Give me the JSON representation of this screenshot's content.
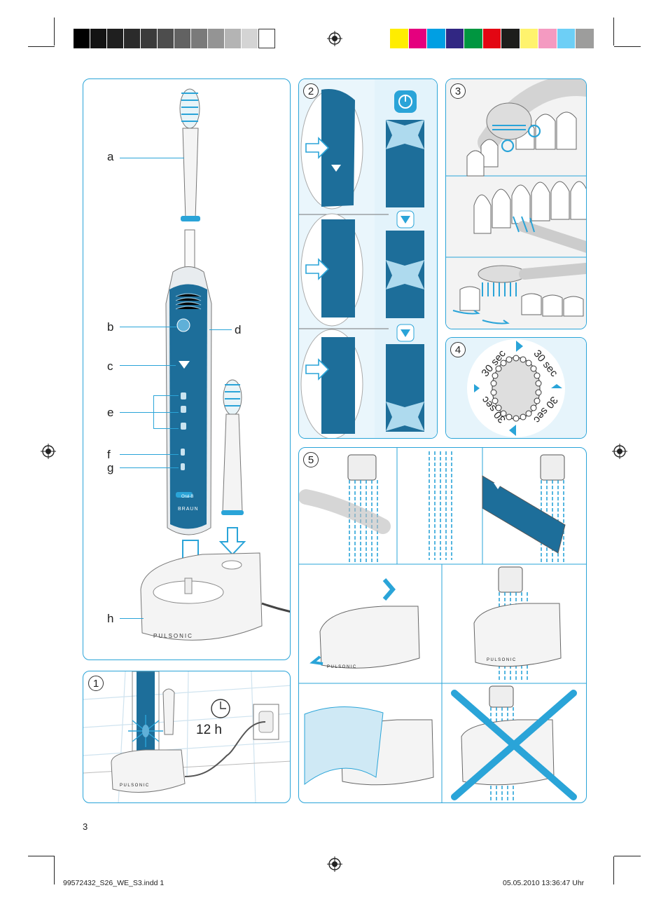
{
  "page_number": "3",
  "footer": {
    "file": "99572432_S26_WE_S3.indd   1",
    "date": "05.05.2010   13:36:47 Uhr"
  },
  "labels": {
    "a": "a",
    "b": "b",
    "c": "c",
    "d": "d",
    "e": "e",
    "f": "f",
    "g": "g",
    "h": "h"
  },
  "panel_numbers": {
    "p1": "1",
    "p2": "2",
    "p3": "3",
    "p4": "4",
    "p5": "5"
  },
  "charge_time": "12 h",
  "quadrant_time": "30 sec",
  "base_brand": "PULSONIC",
  "handle_brand": "BRAUN",
  "handle_logo": "Oral-B",
  "colors": {
    "accent": "#2aa4d8",
    "handle_blue": "#1d6e9a",
    "gray_bar": [
      "#000000",
      "#131313",
      "#1f1f1f",
      "#2b2b2b",
      "#3b3b3b",
      "#4d4d4d",
      "#626262",
      "#7a7a7a",
      "#949494",
      "#b4b4b4",
      "#d4d4d4",
      "#ffffff"
    ],
    "color_bar": [
      "#ffed00",
      "#e5007e",
      "#009fe3",
      "#312783",
      "#009640",
      "#e30613",
      "#1d1d1b",
      "#fff36d",
      "#f49ac1",
      "#6dcff6",
      "#9d9d9c"
    ]
  }
}
